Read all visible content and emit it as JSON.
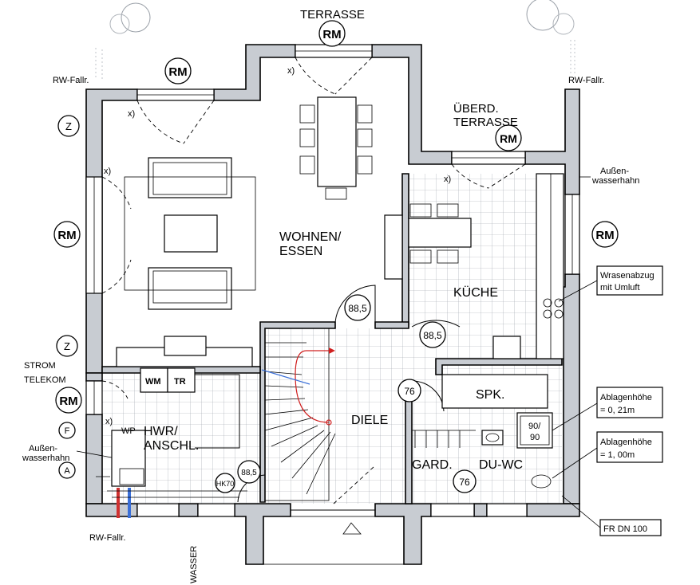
{
  "labels": {
    "terrasse": "TERRASSE",
    "rm_top": "RM",
    "rm_topleft": "RM",
    "rm_left": "RM",
    "rm_kitchen_top": "RM",
    "rm_right": "RM",
    "rm_hwr": "RM",
    "rw_fallr_topleft": "RW-Fallr.",
    "rw_fallr_topright": "RW-Fallr.",
    "rw_fallr_bottom": "RW-Fallr.",
    "uberd_terrasse_1": "ÜBERD.",
    "uberd_terrasse_2": "TERRASSE",
    "aussen_right_1": "Außen-",
    "aussen_right_2": "wasserhahn",
    "aussen_left_1": "Außen-",
    "aussen_left_2": "wasserhahn",
    "wohnen_1": "WOHNEN/",
    "wohnen_2": "ESSEN",
    "kueche": "KÜCHE",
    "diele": "DIELE",
    "spk": "SPK.",
    "hwr_1": "HWR/",
    "hwr_2": "ANSCHL.",
    "gard": "GARD.",
    "du_wc": "DU-WC",
    "strom": "STROM",
    "telekom": "TELEKOM",
    "wm": "WM",
    "tr": "TR",
    "wp": "WP",
    "wasser": "WASSER",
    "z_top": "Z",
    "z_mid": "Z",
    "f_sym": "F",
    "a_sym": "A",
    "x_mark": "x)",
    "door_885_a": "88,5",
    "door_885_b": "88,5",
    "door_76_a": "76",
    "door_76_b": "76",
    "door_885_c": "88,5",
    "door_hk": "HK70",
    "shower_90_1": "90/",
    "shower_90_2": "90"
  },
  "callouts": {
    "wrasen_1": "Wrasenabzug",
    "wrasen_2": "mit Umluft",
    "ablage1_1": "Ablagenhöhe",
    "ablage1_2": "= 0, 21m",
    "ablage2_1": "Ablagenhöhe",
    "ablage2_2": "= 1, 00m",
    "fr_dn": "FR DN 100"
  },
  "colors": {
    "wall": "#c8ccd2",
    "pipe_red": "#d03030",
    "pipe_blue": "#3a6fd8",
    "stair_arrow": "#d02020",
    "line": "#000000"
  }
}
